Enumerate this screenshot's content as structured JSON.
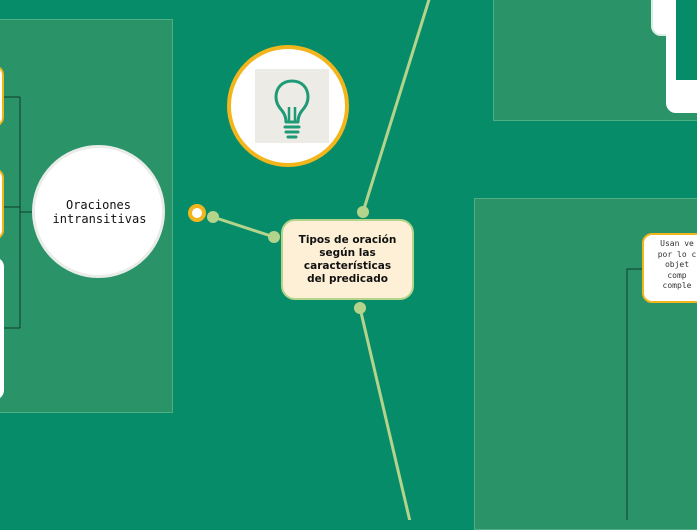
{
  "map": {
    "central_topic": "Tipos de oración según las características del predicado",
    "branch_intransitive": "Oraciones intransitivas",
    "right_card_lines": [
      "Usan ve",
      "por lo c",
      "objet",
      "comp",
      "comple"
    ]
  },
  "icons": {
    "bulb": "lightbulb-icon"
  },
  "colors": {
    "background": "#078c69",
    "panel": "#2a9468",
    "accent_border": "#f2b51c",
    "connector": "#b4d38b",
    "central_fill": "#fdf0d6"
  }
}
